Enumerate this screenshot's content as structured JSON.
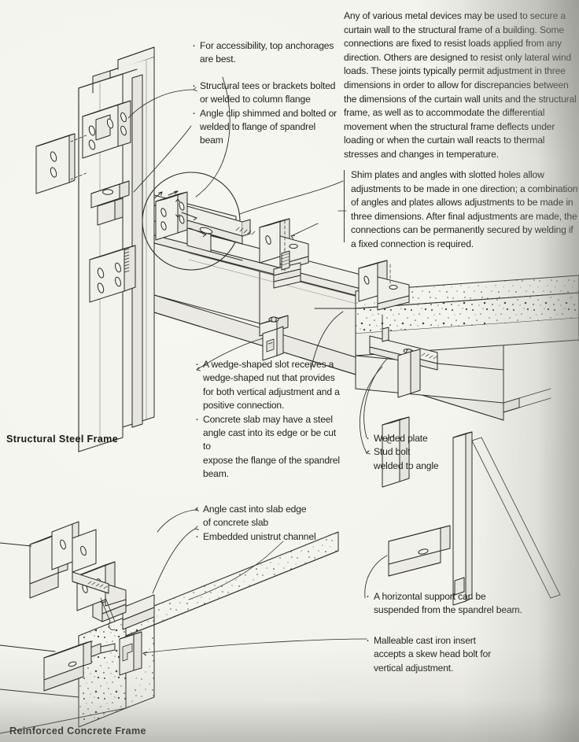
{
  "page": {
    "background_color": "#f4f4ee",
    "ink_color": "#23231f"
  },
  "body_text": {
    "paragraph_1": "Any of various metal devices may be used to secure a curtain wall to the structural frame of a building. Some connections are fixed to resist loads applied from any direction. Others are designed to resist only lateral wind loads. These joints typically permit adjustment in three dimensions in order to allow for discrepancies between the dimensions of the curtain wall units and the structural frame, as well as to accommodate the differential movement when the structural frame deflects under loading or when the curtain wall reacts to thermal stresses and changes in temperature.",
    "paragraph_2": "Shim plates and angles with slotted holes allow adjustments to be made in one direction; a combination of angles and plates allows adjustments to be made in three dimensions. After final adjustments are made, the connections can be permanently secured by welding if a fixed connection is required."
  },
  "frame_labels": {
    "steel": "Structural Steel Frame",
    "concrete": "Reinforced Concrete Frame"
  },
  "callouts": {
    "top_left": [
      "For accessibility, top anchorages\nare best.",
      "Structural tees or brackets bolted\nor welded to column flange",
      "Angle clip shimmed and bolted or\nwelded to flange of spandrel beam"
    ],
    "middle_left": [
      "A wedge-shaped slot receives a\nwedge-shaped nut that provides\nfor both vertical adjustment and a\npositive connection.",
      "Concrete slab may have a steel\nangle cast into its edge or be cut to\nexpose the flange of the spandrel\nbeam."
    ],
    "welded_plate": [
      "Welded plate",
      "Stud bolt\nwelded to angle"
    ],
    "slab_edge": [
      "Angle cast into slab edge\nof concrete slab",
      "Embedded unistrut channel"
    ],
    "horizontal_support": [
      "A horizontal support can be\nsuspended from the spandrel beam."
    ],
    "cast_iron_insert": [
      "Malleable cast iron insert\naccepts a skew head bolt for\nvertical adjustment."
    ]
  }
}
